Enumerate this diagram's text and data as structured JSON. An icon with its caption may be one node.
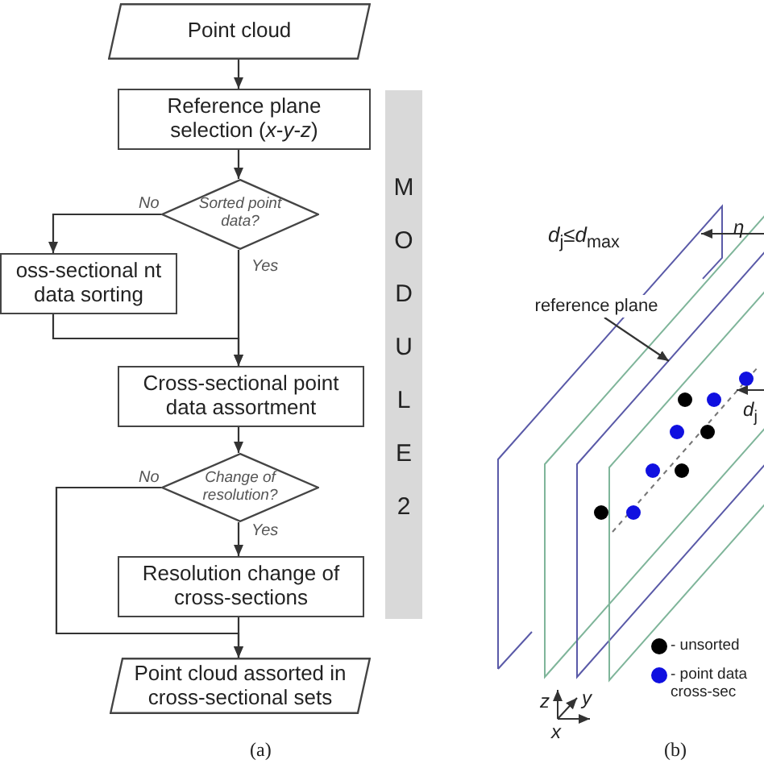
{
  "diagram": {
    "nodes": [
      {
        "text": [
          "Point cloud"
        ]
      },
      {
        "text": [
          "Reference plane selection (*x*-*y*-*z*)"
        ]
      },
      {
        "text": [
          "Sorted point data?"
        ]
      },
      {
        "text": [
          "oss-sectional nt data sorting"
        ]
      },
      {
        "text": [
          "Cross-sectional point data assortment"
        ]
      },
      {
        "text": [
          "Change of resolution?"
        ]
      },
      {
        "text": [
          "Resolution change of cross-sections"
        ]
      },
      {
        "text": [
          "Point cloud assorted in cross-sectional sets"
        ]
      },
      {
        "text": [
          "MODULE 2"
        ]
      },
      {
        "text": [
          "reference plane"
        ]
      },
      {
        "text": [],
        "shape": "parallelogram"
      }
    ],
    "edges": [
      {
        "from": 0,
        "to": 1,
        "arrow": "to"
      },
      {
        "from": 1,
        "to": 2,
        "arrow": "to"
      },
      {
        "from": 2,
        "to": 3,
        "arrow": "to",
        "label": "No"
      },
      {
        "from": 2,
        "to": 4,
        "arrow": "to",
        "label": "Yes"
      },
      {
        "from": 3,
        "to": 4,
        "arrow": "to"
      },
      {
        "from": 4,
        "to": 5,
        "arrow": "to"
      },
      {
        "from": 5,
        "to": 6,
        "arrow": "to",
        "label": "Yes"
      },
      {
        "from": 5,
        "to": 7,
        "arrow": "to",
        "label": "No"
      },
      {
        "from": 6,
        "to": 7,
        "arrow": "to"
      },
      {
        "from": 9,
        "to": 10,
        "arrow": "to"
      }
    ],
    "labels": [
      "(a)",
      "*d*$_{j}$≤*d*$_{max}$",
      "η",
      "*d*$_{j}$",
      "*z*",
      "*y*",
      "*x*",
      "(b)"
    ],
    "legend": [
      {
        "text": "- unsorted",
        "color": "#000000"
      },
      {
        "text": "- point data cross-sec",
        "color": "#1010e0"
      }
    ]
  }
}
